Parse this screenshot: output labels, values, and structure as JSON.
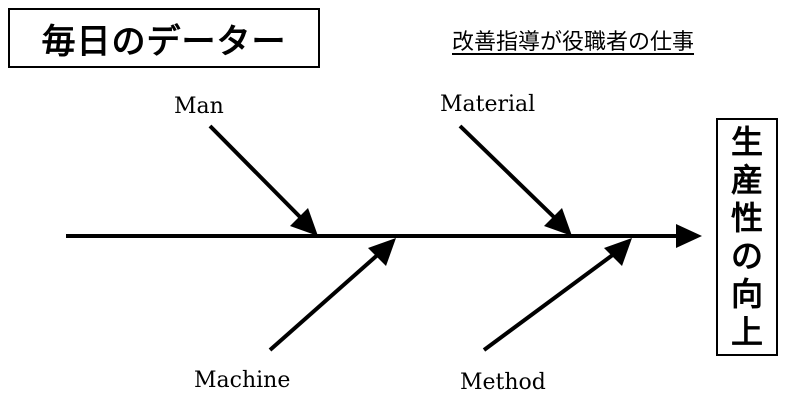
{
  "title": "毎日のデーター",
  "subtitle": "改善指導が役職者の仕事",
  "causes": {
    "man": "Man",
    "material": "Material",
    "machine": "Machine",
    "method": "Method"
  },
  "effect": {
    "chars": [
      "生",
      "産",
      "性",
      "の",
      "向",
      "上"
    ]
  }
}
